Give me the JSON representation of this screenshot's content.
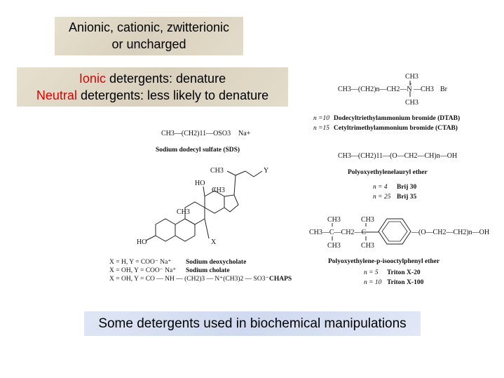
{
  "boxes": {
    "charge": {
      "line1": "Anionic, cationic, zwitterionic",
      "line2": "or uncharged"
    },
    "denature": {
      "ionic_word": "Ionic",
      "ionic_rest": " detergents: denature",
      "neutral_word": "Neutral",
      "neutral_rest": " detergents:  less likely to denature"
    },
    "caption": "Some detergents used in biochemical manipulations"
  },
  "structures": {
    "dtab_ctab": {
      "formula_left": "CH3—(CH2)n—CH2—N",
      "ch3_top": "CH3",
      "ch3_bottom": "CH3",
      "ch3_right": "—CH3",
      "plus": "+",
      "br": "Br",
      "n10": "n =10",
      "dtab": "Dodecyltriethylammonium bromide (DTAB)",
      "n15": "n =15",
      "ctab": "Cetyltrimethylammonium bromide (CTAB)"
    },
    "sds": {
      "formula": "CH3—(CH2)11—OSO3",
      "na": "Na+",
      "name": "Sodium dodecyl sulfate (SDS)"
    },
    "brij": {
      "formula": "CH3—(CH2)11—(O—CH2—CH)n—OH",
      "name": "Polyoxyethylenelauryl ether",
      "n4": "n =   4",
      "brij30": "Brij 30",
      "n25": "n = 25",
      "brij35": "Brij 35"
    },
    "steroid": {
      "ch3_top": "CH3",
      "y": "Y",
      "ho_top": "HO",
      "ch3_mid": "CH3",
      "ch3_low": "CH3",
      "ho_bottom": "HO",
      "x": "X",
      "row1": "X = H,   Y = COO⁻  Na⁺",
      "row1_name": "Sodium deoxycholate",
      "row2": "X = OH, Y = COO⁻  Na⁺",
      "row2_name": "Sodium cholate",
      "row3": "X = OH, Y = CO — NH — (CH2)3 — N⁺(CH3)2 — SO3⁻",
      "row3_name": "CHAPS"
    },
    "triton": {
      "ch3_a": "CH3",
      "ch3_b": "CH3",
      "ch3_c": "CH3",
      "ch3_d": "CH3",
      "left": "CH3—C—CH2—C",
      "right": "—(O—CH2—CH2)n—OH",
      "name": "Polyoxyethylene-p-isooctylphenyl ether",
      "n5": "n =   5",
      "tx20": "Triton X-20",
      "n10": "n = 10",
      "tx100": "Triton X-100"
    }
  }
}
